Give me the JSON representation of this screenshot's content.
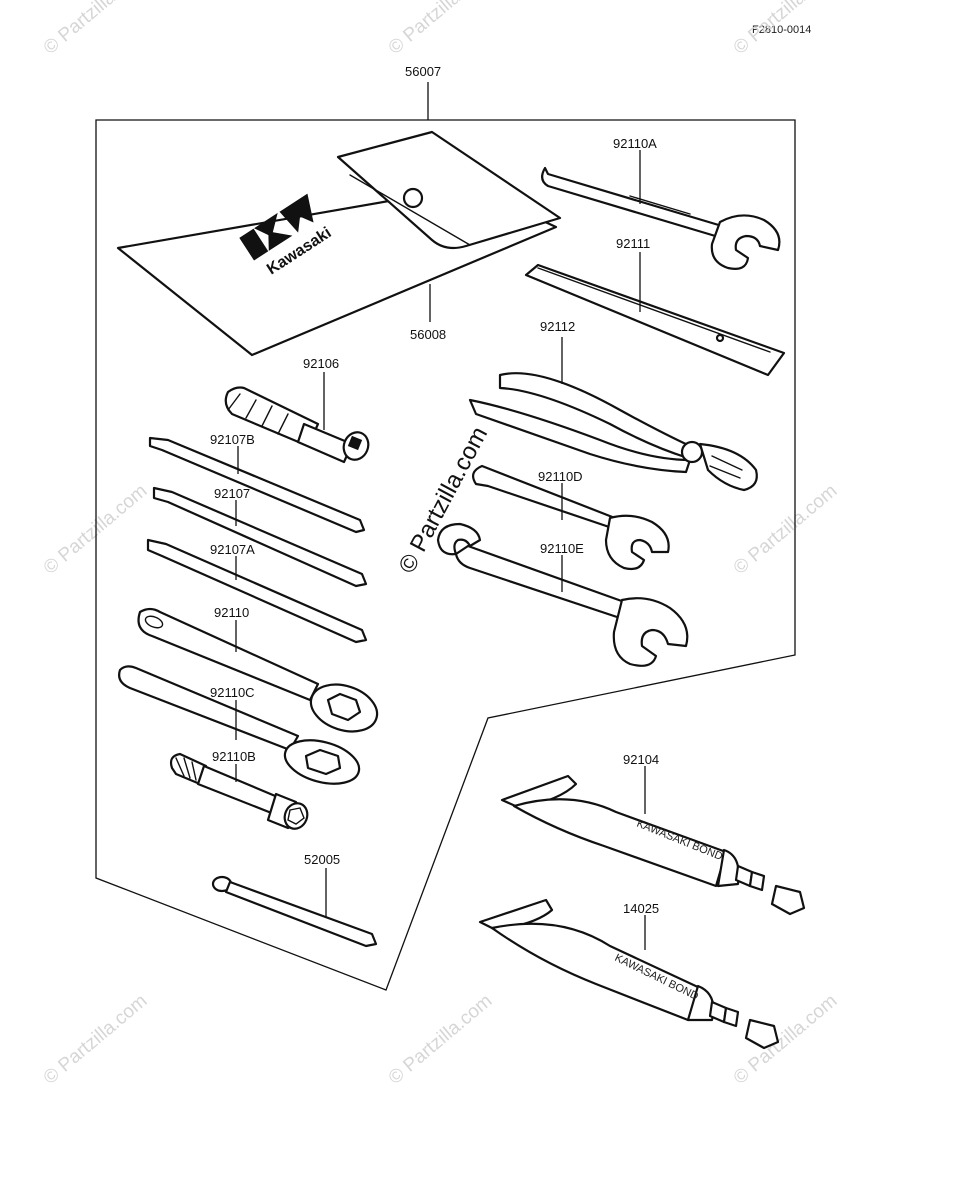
{
  "figure_code": "F2810-0014",
  "watermarks": {
    "center_text": "© Partzilla.com",
    "corner_text": "© Partzilla.com"
  },
  "logo_text": "Kawasaki",
  "tube_print": "KAWASAKI BOND",
  "parts": [
    {
      "id": "56007",
      "label": "56007"
    },
    {
      "id": "56008",
      "label": "56008"
    },
    {
      "id": "92110A",
      "label": "92110A"
    },
    {
      "id": "92111",
      "label": "92111"
    },
    {
      "id": "92112",
      "label": "92112"
    },
    {
      "id": "92106",
      "label": "92106"
    },
    {
      "id": "92107B",
      "label": "92107B"
    },
    {
      "id": "92107",
      "label": "92107"
    },
    {
      "id": "92107A",
      "label": "92107A"
    },
    {
      "id": "92110",
      "label": "92110"
    },
    {
      "id": "92110C",
      "label": "92110C"
    },
    {
      "id": "92110B",
      "label": "92110B"
    },
    {
      "id": "52005",
      "label": "52005"
    },
    {
      "id": "92110D",
      "label": "92110D"
    },
    {
      "id": "92110E",
      "label": "92110E"
    },
    {
      "id": "92104",
      "label": "92104"
    },
    {
      "id": "14025",
      "label": "14025"
    }
  ]
}
